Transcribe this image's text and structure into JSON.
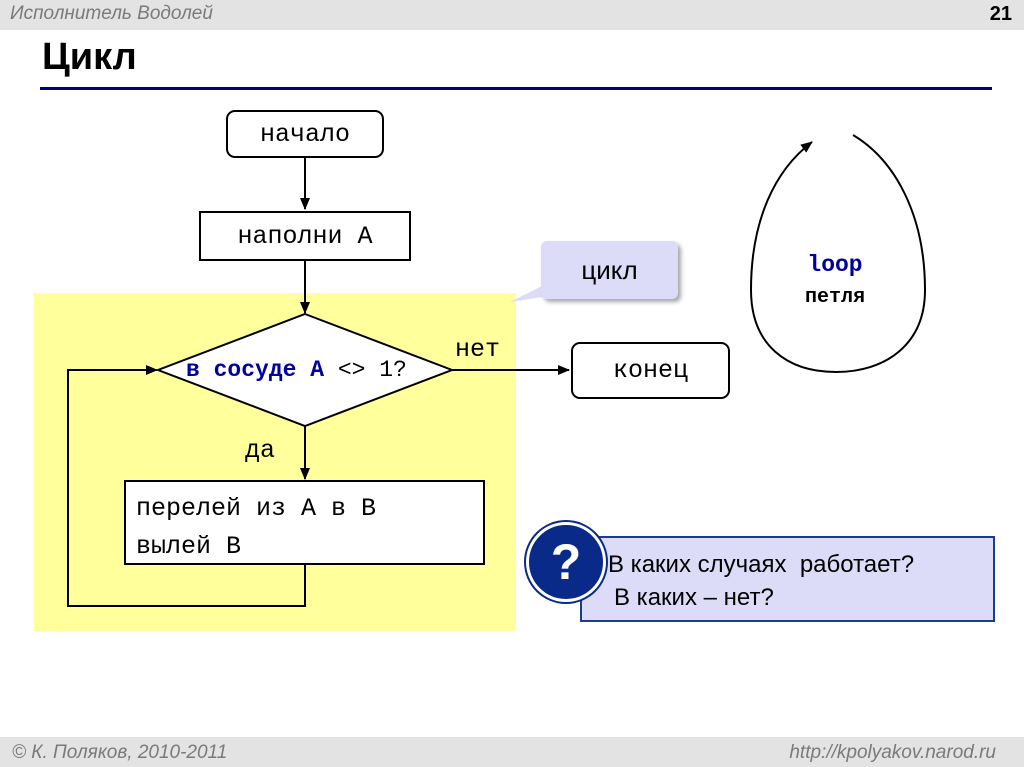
{
  "header": {
    "title": "Исполнитель Водолей",
    "page_number": "21"
  },
  "slide": {
    "title": "Цикл"
  },
  "flowchart": {
    "start": "начало",
    "fill": "наполни А",
    "condition_prefix": "в сосуде А",
    "condition_suffix": "<> 1?",
    "no_label": "нет",
    "yes_label": "да",
    "action_line1": "перелей из А в В",
    "action_line2": "вылей В",
    "end": "конец",
    "callout": "цикл"
  },
  "loop_figure": {
    "english": "loop",
    "russian": "петля"
  },
  "question": {
    "symbol": "?",
    "line1": "В каких случаях  работает?",
    "line2": "В каких – нет?"
  },
  "footer": {
    "left": "© К. Поляков, 2010-2011",
    "right": "http://kpolyakov.narod.ru"
  },
  "colors": {
    "highlight": "#ffff9c",
    "callout": "#dcdcf8",
    "accent": "#0000a0",
    "rule": "#00007a"
  }
}
